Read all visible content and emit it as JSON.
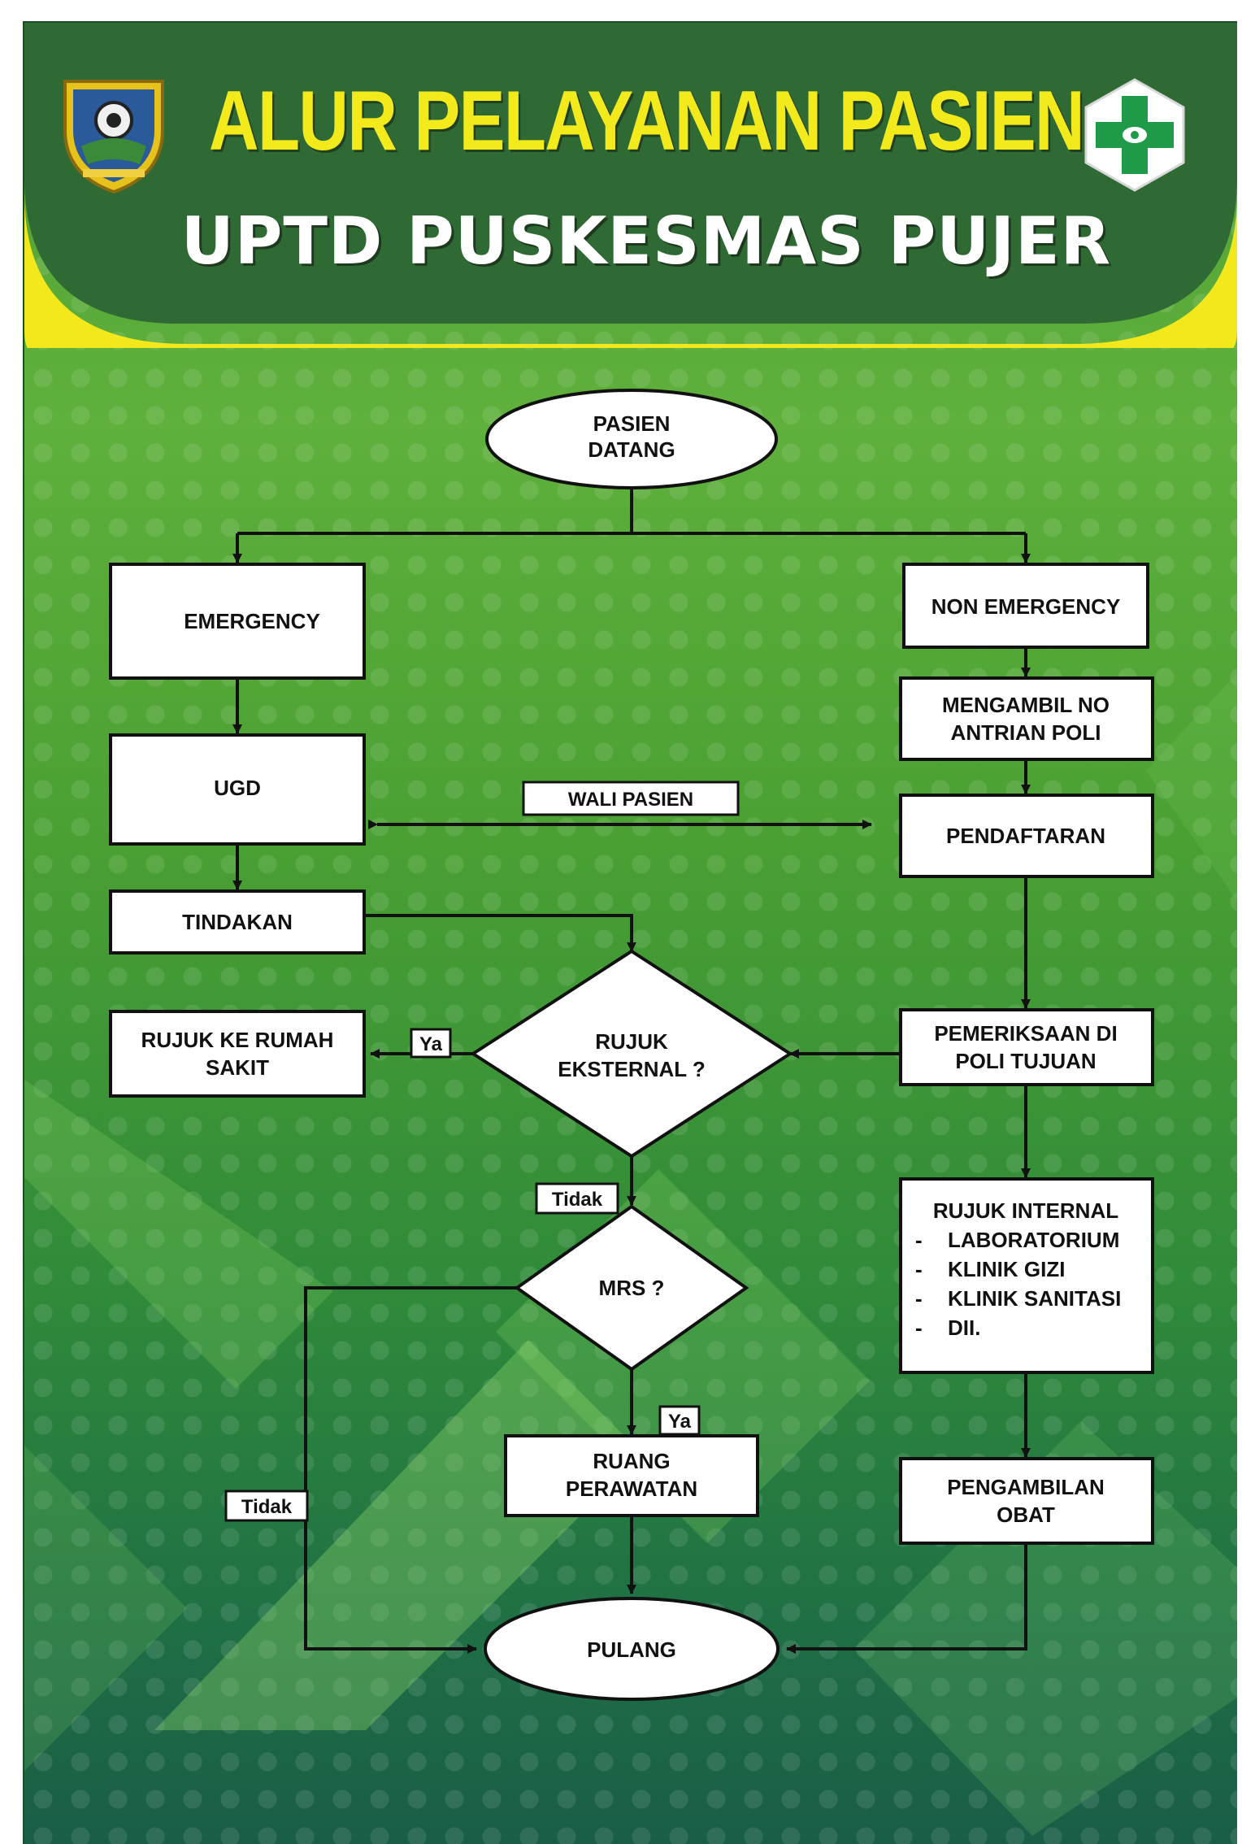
{
  "header": {
    "title": "ALUR PELAYANAN PASIEN",
    "subtitle": "UPTD PUSKESMAS PUJER"
  },
  "colors": {
    "banner": "#2f6a35",
    "banner_stripe": "#f2e81c",
    "title": "#f3ea1c",
    "background": "#55a838"
  },
  "icons": {
    "left_logo": "regency-emblem-icon",
    "right_logo": "puskesmas-cross-icon"
  },
  "nodes": {
    "start": [
      "PASIEN",
      "DATANG"
    ],
    "emergency": [
      "EMERGENCY"
    ],
    "non_emergency": [
      "NON EMERGENCY"
    ],
    "ambil_antrian": [
      "MENGAMBIL NO",
      "ANTRIAN POLI"
    ],
    "ugd": [
      "UGD"
    ],
    "wali_pasien": [
      "WALI PASIEN"
    ],
    "pendaftaran": [
      "PENDAFTARAN"
    ],
    "tindakan": [
      "TINDAKAN"
    ],
    "rujuk_rs": [
      "RUJUK KE RUMAH",
      "SAKIT"
    ],
    "rujuk_eksternal": [
      "RUJUK",
      "EKSTERNAL ?"
    ],
    "pemeriksaan": [
      "PEMERIKSAAN DI",
      "POLI TUJUAN"
    ],
    "rujuk_internal": {
      "title": "RUJUK INTERNAL",
      "items": [
        "LABORATORIUM",
        "KLINIK GIZI",
        "KLINIK  SANITASI",
        "DII."
      ]
    },
    "mrs": [
      "MRS ?"
    ],
    "ruang_perawatan": [
      "RUANG",
      "PERAWATAN"
    ],
    "pengambilan_obat": [
      "PENGAMBILAN",
      "OBAT"
    ],
    "pulang": [
      "PULANG"
    ]
  },
  "edge_labels": {
    "ya_rujuk": "Ya",
    "tidak_rujuk": "Tidak",
    "ya_mrs": "Ya",
    "tidak_mrs": "Tidak"
  }
}
